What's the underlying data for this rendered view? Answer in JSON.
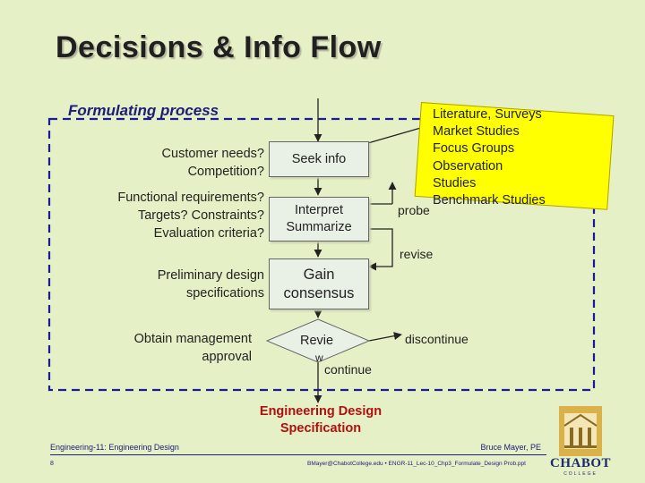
{
  "title": "Decisions & Info Flow",
  "subtitle": "Formulating process",
  "left_labels": {
    "customer": [
      "Customer needs?",
      "Competition?"
    ],
    "functional": [
      "Functional requirements?",
      "Targets? Constraints?",
      "Evaluation criteria?"
    ],
    "preliminary": [
      "Preliminary design",
      "specifications"
    ],
    "management": [
      "Obtain management",
      "approval"
    ]
  },
  "boxes": {
    "seek": "Seek info",
    "interpret": [
      "Interpret",
      "Summarize"
    ],
    "gain": [
      "Gain",
      "consensus"
    ],
    "review": "Revie"
  },
  "sources": [
    "Literature, Surveys",
    "Market Studies",
    "Focus Groups",
    "Observation",
    "Studies",
    "Benchmark Studies"
  ],
  "flow_labels": {
    "probe": "probe",
    "revise": "revise",
    "discontinue": "discontinue",
    "review_tail": "w",
    "continue": "continue"
  },
  "output": [
    "Engineering Design",
    "Specification"
  ],
  "footer": {
    "course": "Engineering-11: Engineering Design",
    "author": "Bruce Mayer, PE",
    "page": "8",
    "email": "BMayer@ChabotCollege.edu • ENGR-11_Lec-10_Chp3_Formulate_Design Prob.ppt",
    "logo": "CHABOT",
    "logo_sub": "COLLEGE"
  },
  "colors": {
    "background": "#e6f0c6",
    "dashed_border": "#1c1c9a",
    "note": "#ffff00",
    "output_text": "#b01010"
  }
}
